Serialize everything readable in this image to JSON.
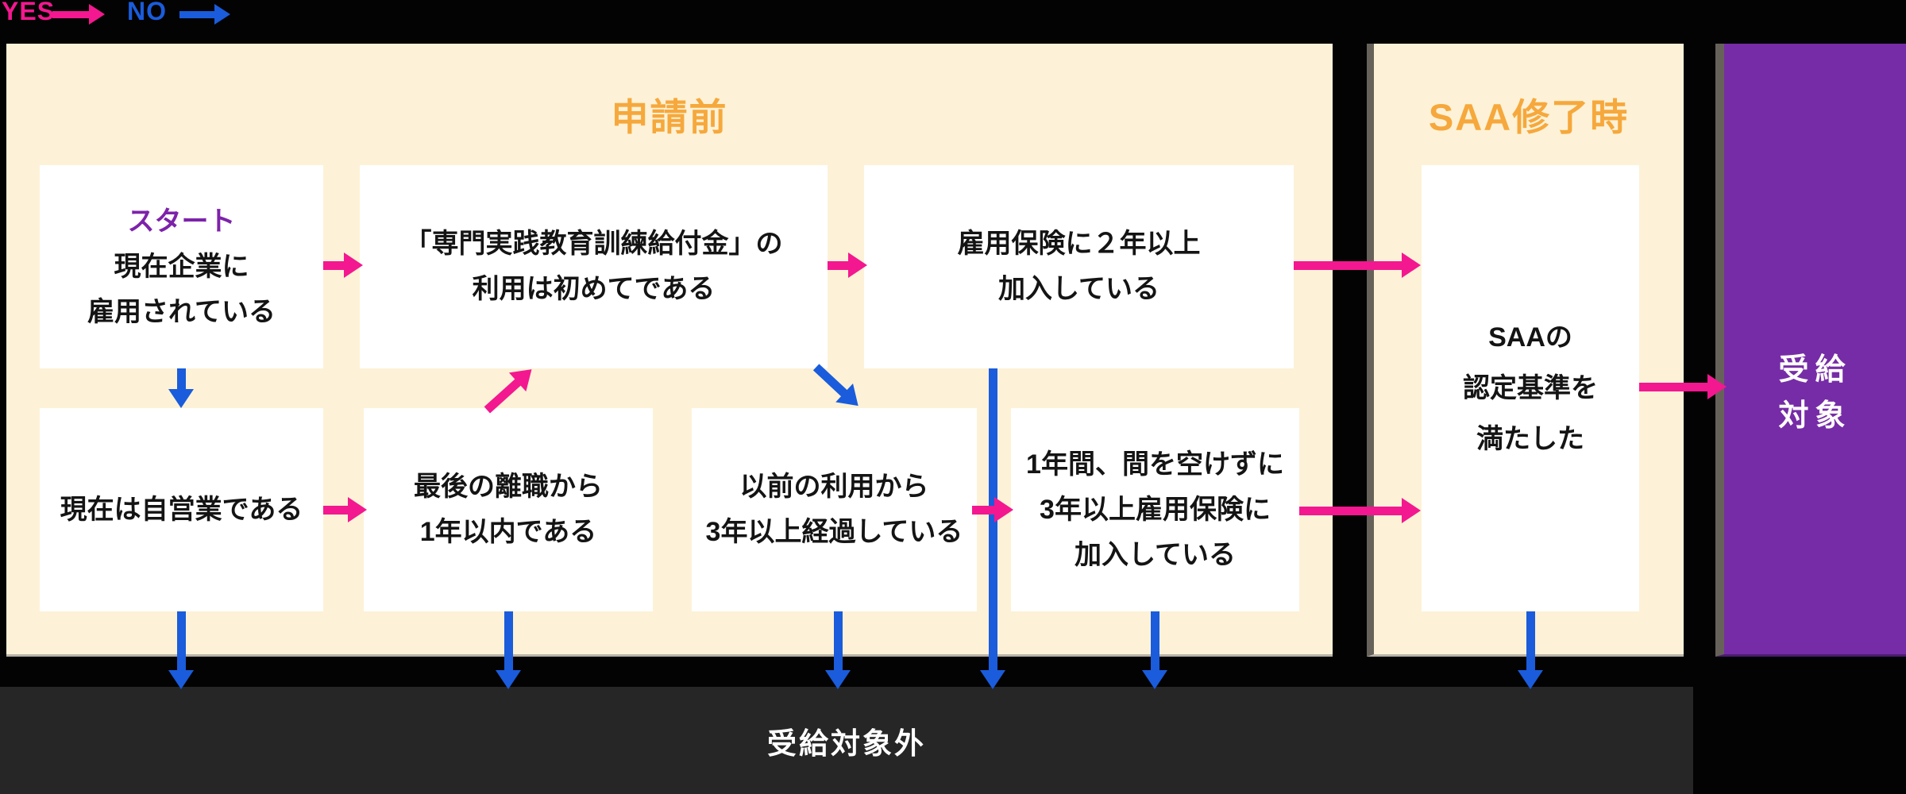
{
  "legend": {
    "yes": "YES",
    "no": "NO"
  },
  "panels": {
    "pre": {
      "title": "申請前"
    },
    "saa": {
      "title": "SAA修了時"
    },
    "result": {
      "line1": "受給",
      "line2": "対象"
    }
  },
  "boxes": {
    "start": {
      "tag": "スタート",
      "line1": "現在企業に",
      "line2": "雇用されている"
    },
    "first_use": {
      "line1": "「専門実践教育訓練給付金」の",
      "line2": "利用は初めてである"
    },
    "insured_2y": {
      "line1": "雇用保険に２年以上",
      "line2": "加入している"
    },
    "self_employed": {
      "line1": "現在は自営業である"
    },
    "within_1y": {
      "line1": "最後の離職から",
      "line2": "1年以内である"
    },
    "over_3y": {
      "line1": "以前の利用から",
      "line2": "3年以上経過している"
    },
    "insured_3y": {
      "line1": "1年間、間を空けずに",
      "line2": "3年以上雇用保険に",
      "line3": "加入している"
    },
    "saa_criteria": {
      "line1": "SAAの",
      "line2": "認定基準を",
      "line3": "満たした"
    }
  },
  "outcome": {
    "excluded": "受給対象外"
  },
  "colors": {
    "yes": "#f3188f",
    "no": "#1a5cdb",
    "panel": "#fdf2d7",
    "accent": "#f6a83c",
    "purple": "#762ca6",
    "start": "#7d22aa",
    "bar": "#262626",
    "edge": "#66625a",
    "bg": "#030303"
  }
}
